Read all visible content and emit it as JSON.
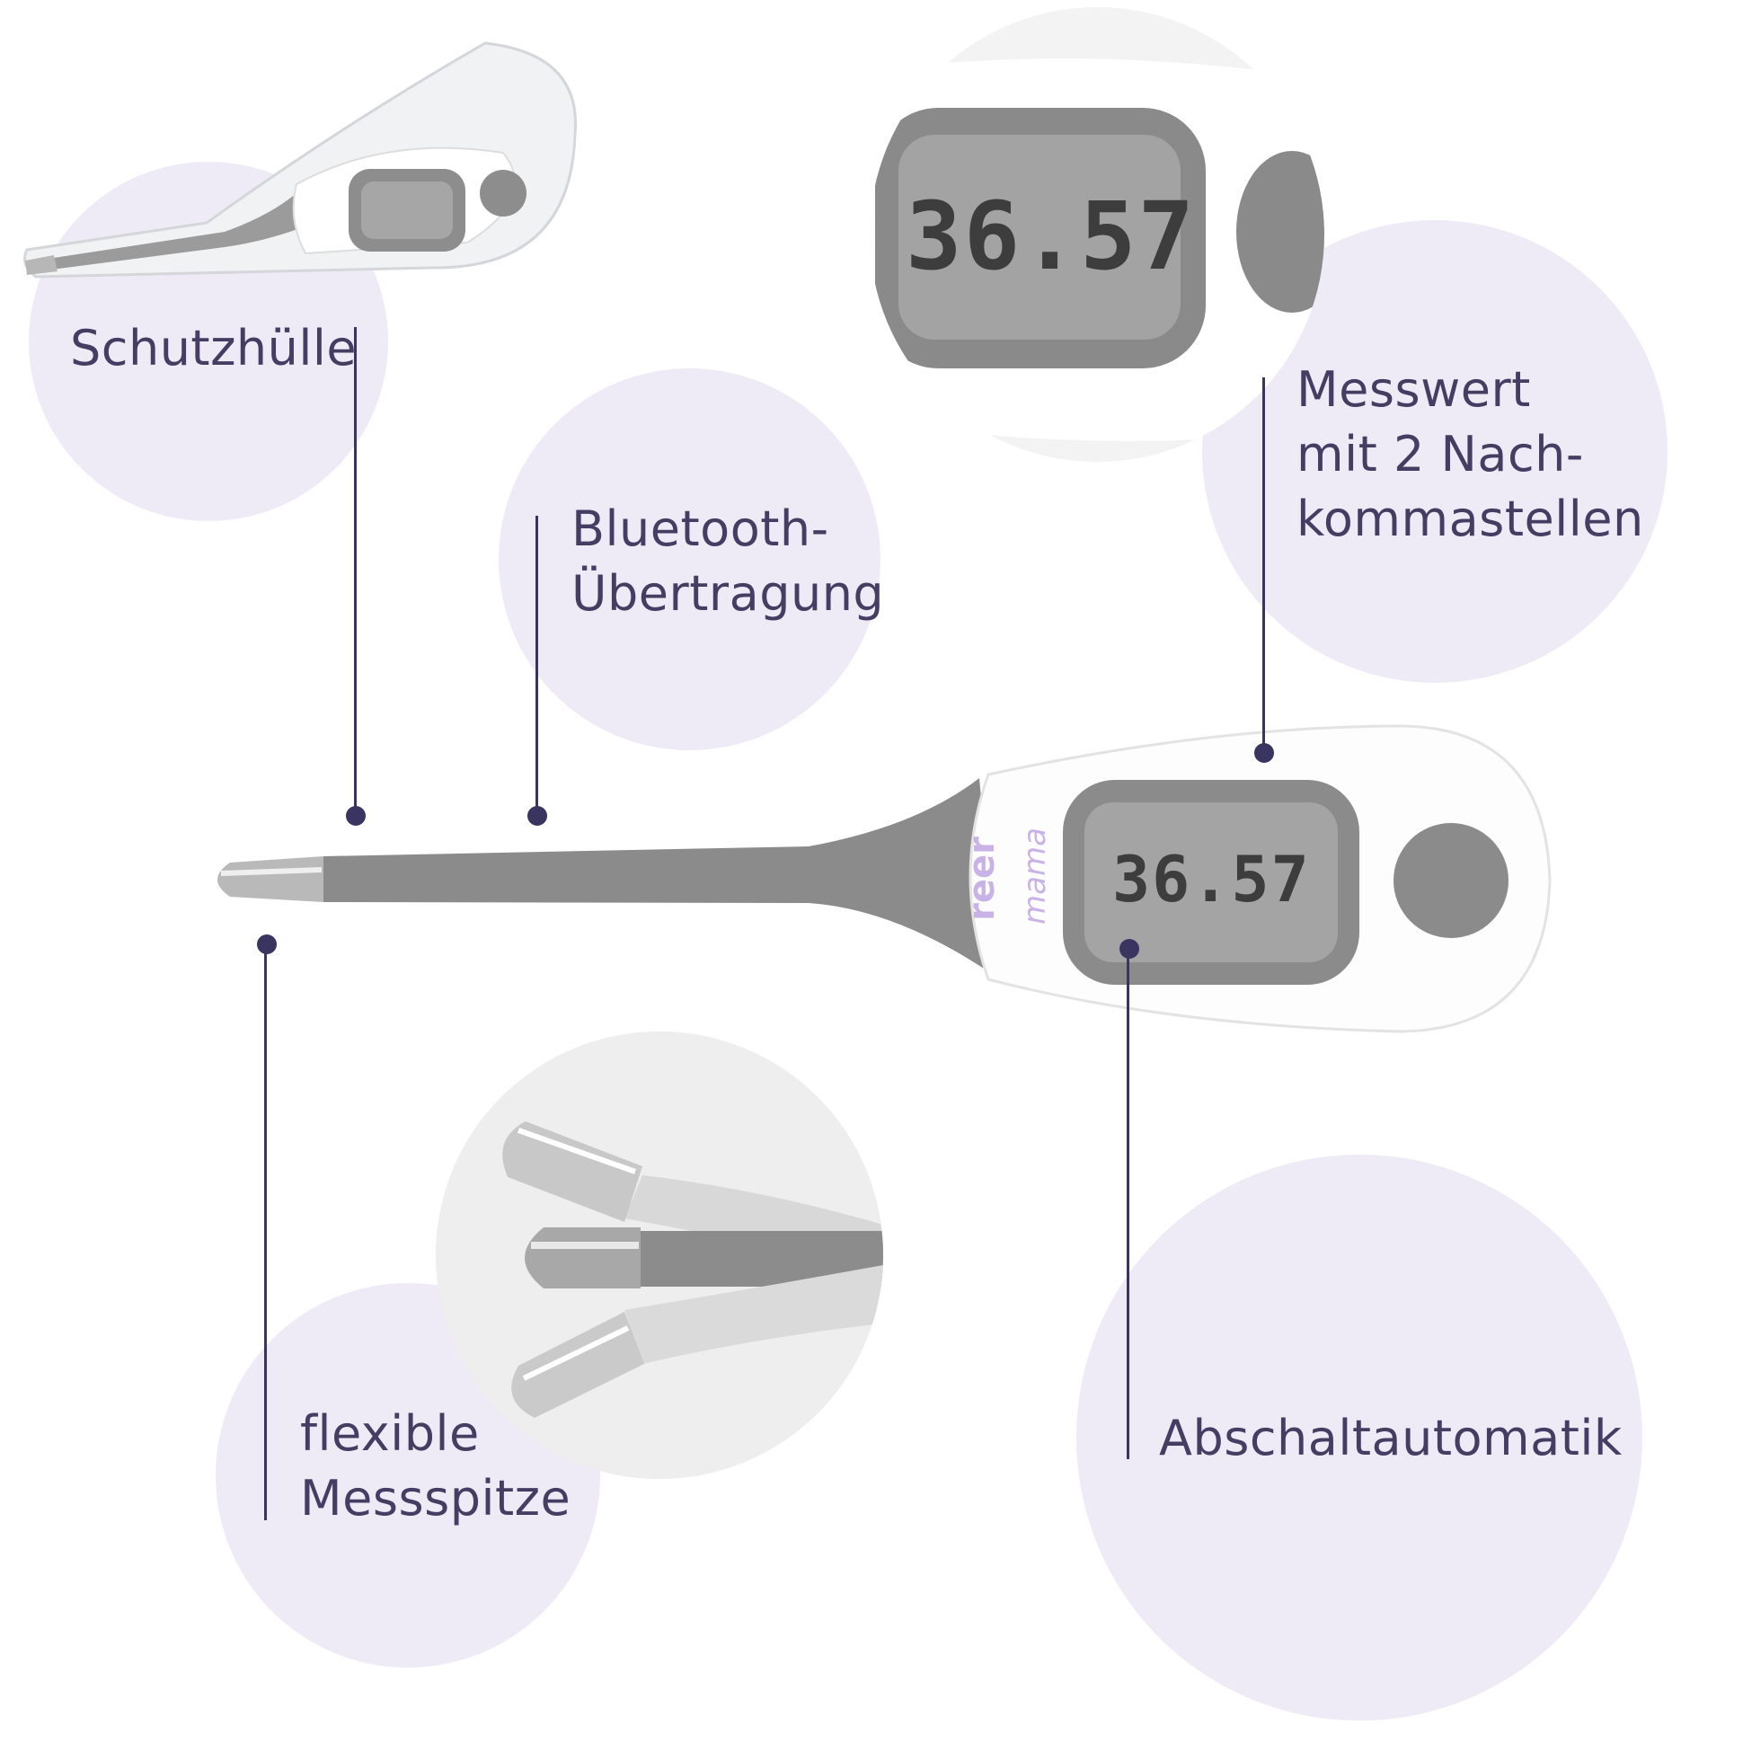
{
  "features": {
    "case": {
      "lines": [
        "Schutzhülle"
      ]
    },
    "bluetooth": {
      "lines": [
        "Bluetooth-",
        "Übertragung"
      ]
    },
    "reading": {
      "lines": [
        "Messwert",
        "mit 2 Nach-",
        "kommastellen"
      ]
    },
    "tip": {
      "lines": [
        "flexible",
        "Messspitze"
      ]
    },
    "auto_off": {
      "lines": [
        "Abschaltautomatik"
      ]
    }
  },
  "display": {
    "reading_zoom": "36.57",
    "reading_main": "36.57"
  },
  "brand": {
    "top": "reer",
    "bottom": "mama"
  },
  "colors": {
    "bubble": "#efebf6",
    "line": "#3a3560",
    "text": "#453e62",
    "device_gray": "#8a8a8a",
    "brand_lilac": "#c9b2e6"
  }
}
